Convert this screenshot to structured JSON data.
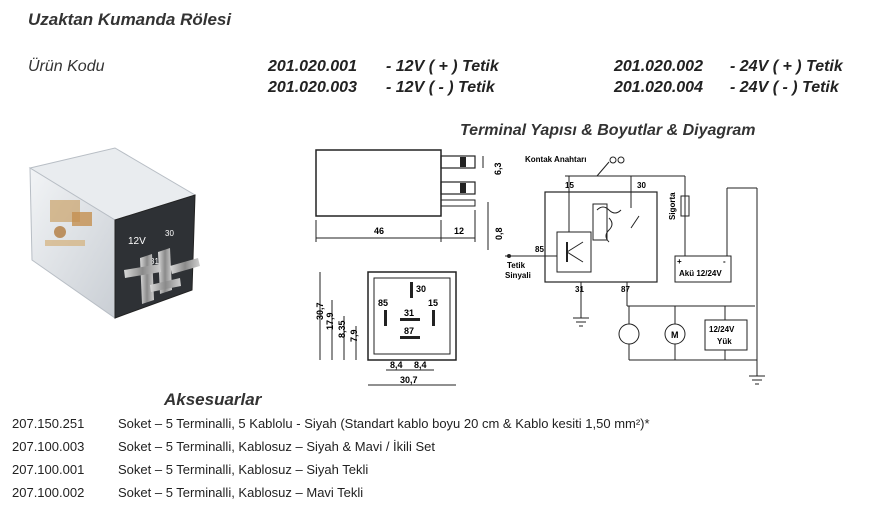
{
  "page_title": "Uzaktan Kumanda Rölesi",
  "product_code_label": "Ürün Kodu",
  "products": [
    {
      "code": "201.020.001",
      "desc": "- 12V ( + ) Tetik"
    },
    {
      "code": "201.020.003",
      "desc": "- 12V ( - ) Tetik"
    },
    {
      "code": "201.020.002",
      "desc": "- 24V ( + ) Tetik"
    },
    {
      "code": "201.020.004",
      "desc": "- 24V ( - ) Tetik"
    }
  ],
  "diagram_title": "Terminal Yapısı & Boyutlar & Diyagram",
  "photo": {
    "label_voltage": "12V",
    "label_terminal": "31",
    "label_terminal2": "30"
  },
  "dimensions": {
    "side_height": "6,3",
    "side_length": "46",
    "side_tab": "12",
    "side_pin": "0,8",
    "front_h1": "30,7",
    "front_h2": "17,9",
    "front_h3": "8,35",
    "front_h4": "7,9",
    "front_w1": "8,4",
    "front_w2": "8,4",
    "front_w3": "30,7",
    "t30": "30",
    "t85": "85",
    "t31": "31",
    "t15": "15",
    "t87": "87"
  },
  "circuit": {
    "kontak": "Kontak Anahtarı",
    "sigorta": "Sigorta",
    "tetik": "Tetik",
    "sinyali": "Sinyali",
    "aku": "Akü 12/24V",
    "aku_plus": "+",
    "aku_minus": "-",
    "yuk_line1": "12/24V",
    "yuk_line2": "Yük",
    "motor": "M",
    "n15": "15",
    "n30": "30",
    "n85": "85",
    "n31": "31",
    "n87": "87"
  },
  "accessories_title": "Aksesuarlar",
  "accessories": [
    {
      "code": "207.150.251",
      "desc": "Soket – 5 Terminalli, 5 Kablolu - Siyah (Standart kablo boyu 20 cm & Kablo kesiti 1,50 mm²)*"
    },
    {
      "code": "207.100.003",
      "desc": "Soket – 5 Terminalli, Kablosuz – Siyah & Mavi / İkili Set"
    },
    {
      "code": "207.100.001",
      "desc": "Soket – 5 Terminalli, Kablosuz – Siyah Tekli"
    },
    {
      "code": "207.100.002",
      "desc": "Soket – 5 Terminalli, Kablosuz – Mavi Tekli"
    }
  ]
}
